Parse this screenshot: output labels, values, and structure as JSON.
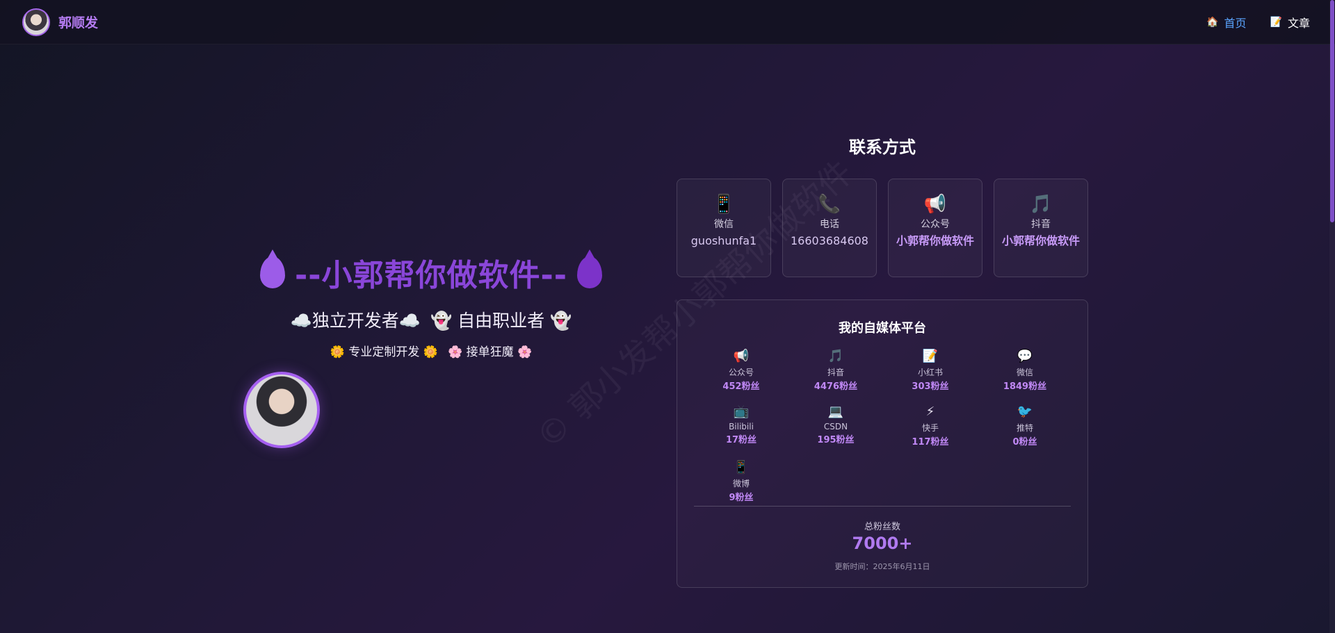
{
  "header": {
    "brand_name": "郭顺发",
    "nav": [
      {
        "icon": "🏠",
        "label": "首页",
        "active": true
      },
      {
        "icon": "📝",
        "label": "文章",
        "active": false
      }
    ]
  },
  "watermark": "© 郭小发帮小郭帮你做软件",
  "hero": {
    "title": "--小郭帮你做软件--",
    "subtitle_left": "独立开发者",
    "subtitle_right": "自由职业者",
    "subtitle_left_icon": "☁️",
    "subtitle_right_icon": "👻",
    "tag_left": "专业定制开发",
    "tag_right": "接单狂魔",
    "tag_left_icon": "🌼",
    "tag_right_icon": "🌸"
  },
  "contact": {
    "title": "联系方式",
    "cards": [
      {
        "icon": "📱",
        "icon_name": "phone-app-icon",
        "label": "微信",
        "value": "guoshunfa1"
      },
      {
        "icon": "📞",
        "icon_name": "telephone-icon",
        "label": "电话",
        "value": "16603684608"
      },
      {
        "icon": "📢",
        "icon_name": "megaphone-icon",
        "label": "公众号",
        "value": "小郭帮你做软件"
      },
      {
        "icon": "🎵",
        "icon_name": "music-note-icon",
        "label": "抖音",
        "value": "小郭帮你做软件"
      }
    ]
  },
  "media": {
    "title": "我的自媒体平台",
    "platforms": [
      {
        "icon": "📢",
        "name": "公众号",
        "count": "452粉丝"
      },
      {
        "icon": "🎵",
        "name": "抖音",
        "count": "4476粉丝"
      },
      {
        "icon": "📝",
        "name": "小红书",
        "count": "303粉丝"
      },
      {
        "icon": "💬",
        "name": "微信",
        "count": "1849粉丝"
      },
      {
        "icon": "📺",
        "name": "Bilibili",
        "count": "17粉丝"
      },
      {
        "icon": "💻",
        "name": "CSDN",
        "count": "195粉丝"
      },
      {
        "icon": "⚡",
        "name": "快手",
        "count": "117粉丝"
      },
      {
        "icon": "🐦",
        "name": "推特",
        "count": "0粉丝"
      },
      {
        "icon": "📱",
        "name": "微博",
        "count": "9粉丝"
      }
    ],
    "total_label": "总粉丝数",
    "total_value": "7000+",
    "updated": "更新时间：2025年6月11日"
  },
  "colors": {
    "accent": "#a466e8",
    "nav_active": "#5aa4ff",
    "highlight": "#c088f5"
  }
}
